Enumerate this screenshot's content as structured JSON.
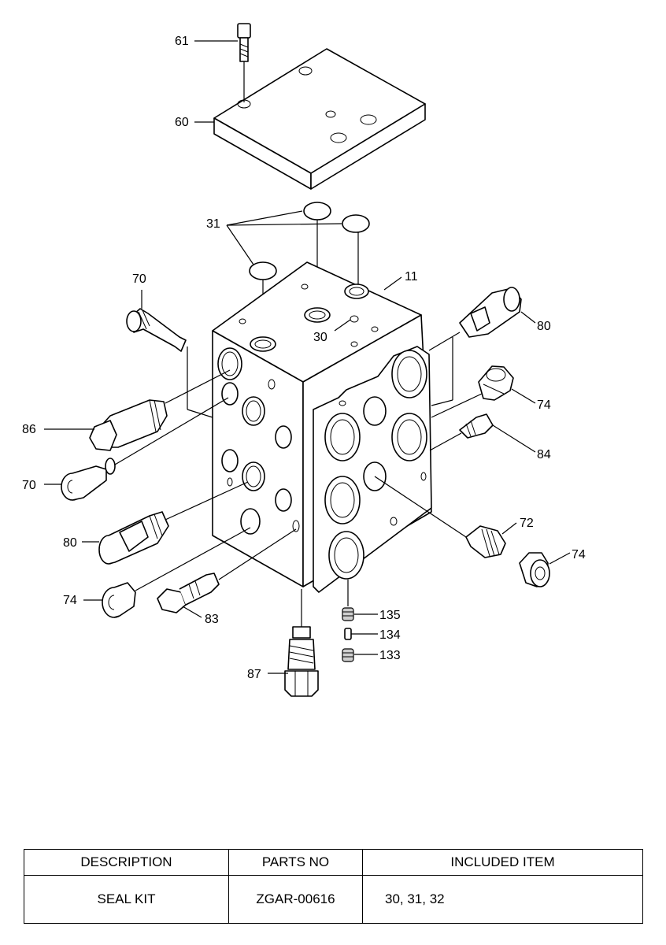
{
  "callouts": {
    "c61": "61",
    "c60": "60",
    "c31": "31",
    "c11": "11",
    "c70a": "70",
    "c30": "30",
    "c80a": "80",
    "c74a": "74",
    "c86": "86",
    "c84": "84",
    "c70b": "70",
    "c80b": "80",
    "c72": "72",
    "c74b": "74",
    "c74c": "74",
    "c83": "83",
    "c135": "135",
    "c134": "134",
    "c133": "133",
    "c87": "87"
  },
  "table": {
    "headers": [
      "DESCRIPTION",
      "PARTS NO",
      "INCLUDED ITEM"
    ],
    "rows": [
      [
        "SEAL KIT",
        "ZGAR-00616",
        "30, 31, 32"
      ]
    ]
  }
}
